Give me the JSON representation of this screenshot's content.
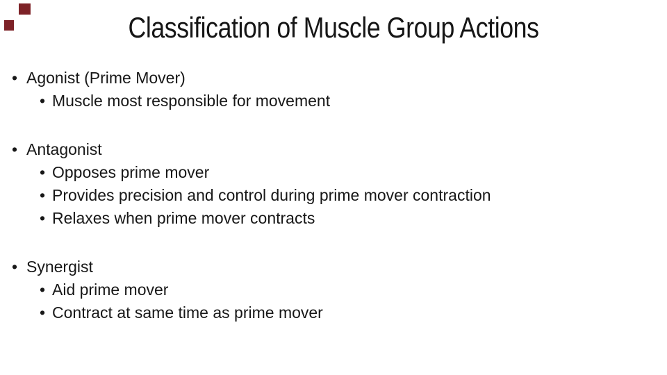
{
  "slide": {
    "title": "Classification of Muscle Group Actions",
    "bullet_glyph": "•",
    "background_color": "#ffffff",
    "text_color": "#171717",
    "decor": {
      "square_color": "#7d2227"
    },
    "groups": [
      {
        "heading": "Agonist (Prime Mover)",
        "items": [
          "Muscle most responsible for movement"
        ]
      },
      {
        "heading": "Antagonist",
        "items": [
          "Opposes prime mover",
          "Provides precision and control during prime mover contraction",
          "Relaxes when prime mover contracts"
        ]
      },
      {
        "heading": "Synergist",
        "items": [
          "Aid prime mover",
          "Contract at same time as prime mover"
        ]
      }
    ]
  }
}
